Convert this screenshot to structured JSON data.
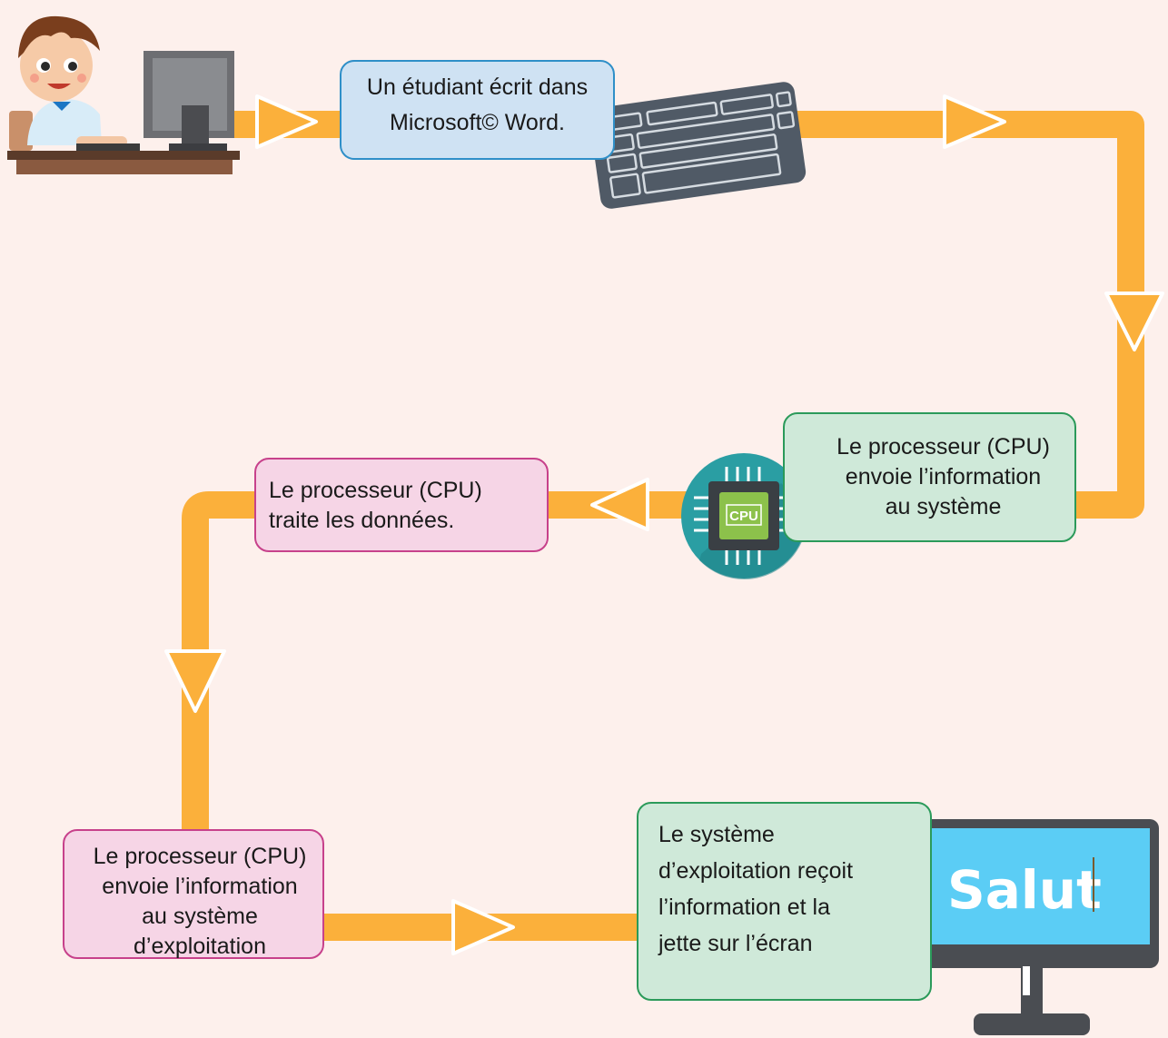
{
  "diagram": {
    "steps": [
      {
        "id": "student-writes",
        "text": "Un étudiant écrit dans Microsoft© Word.",
        "lines": [
          "Un étudiant écrit dans",
          "Microsoft© Word."
        ]
      },
      {
        "id": "cpu-sends-system",
        "text": "Le processeur (CPU) envoie l’information au système",
        "lines": [
          "Le processeur (CPU)",
          "envoie l’information",
          "au système"
        ]
      },
      {
        "id": "cpu-processes",
        "text": "Le processeur (CPU) traite les données.",
        "lines": [
          "Le processeur (CPU)",
          "traite les données."
        ]
      },
      {
        "id": "cpu-sends-os",
        "text": "Le processeur (CPU) envoie l’information au système d’exploitation",
        "lines": [
          "Le processeur (CPU)",
          "envoie l’information",
          "au système",
          "d’exploitation"
        ]
      },
      {
        "id": "os-displays",
        "text": "Le système d’exploitation reçoit l’information et la jette sur l’écran",
        "lines": [
          "Le système",
          "d’exploitation reçoit",
          "l’information et la",
          "jette sur l’écran"
        ]
      }
    ],
    "cpu_chip_label": "CPU",
    "monitor_text": "Salut",
    "icons": [
      "student-at-computer-icon",
      "keyboard-icon",
      "cpu-chip-icon",
      "monitor-icon"
    ],
    "colors": {
      "background": "#fdf0ec",
      "connector": "#fbb03b",
      "blue_box": "#cfe2f3",
      "green_box": "#cfe9d9",
      "pink_box": "#f6d5e6",
      "monitor_screen": "#5bcdf5",
      "cpu_circle": "#2a9ea3"
    }
  }
}
